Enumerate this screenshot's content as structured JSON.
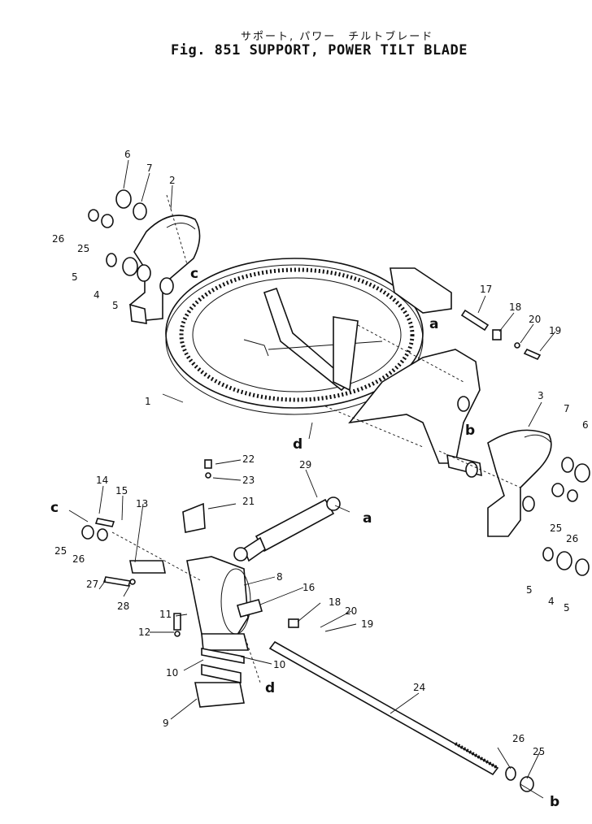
{
  "title": {
    "japanese": "サポート, パワー　チルトブレード",
    "english": "Fig. 851 SUPPORT, POWER TILT BLADE"
  },
  "callouts": [
    "1",
    "2",
    "3",
    "4",
    "4",
    "5",
    "5",
    "5",
    "5",
    "6",
    "6",
    "7",
    "7",
    "8",
    "9",
    "10",
    "10",
    "11",
    "12",
    "13",
    "14",
    "15",
    "16",
    "17",
    "18",
    "18",
    "19",
    "19",
    "20",
    "20",
    "21",
    "22",
    "23",
    "24",
    "25",
    "25",
    "25",
    "25",
    "26",
    "26",
    "26",
    "26",
    "27",
    "28",
    "29"
  ],
  "connector_letters": [
    "a",
    "a",
    "b",
    "b",
    "c",
    "c",
    "d",
    "d"
  ]
}
